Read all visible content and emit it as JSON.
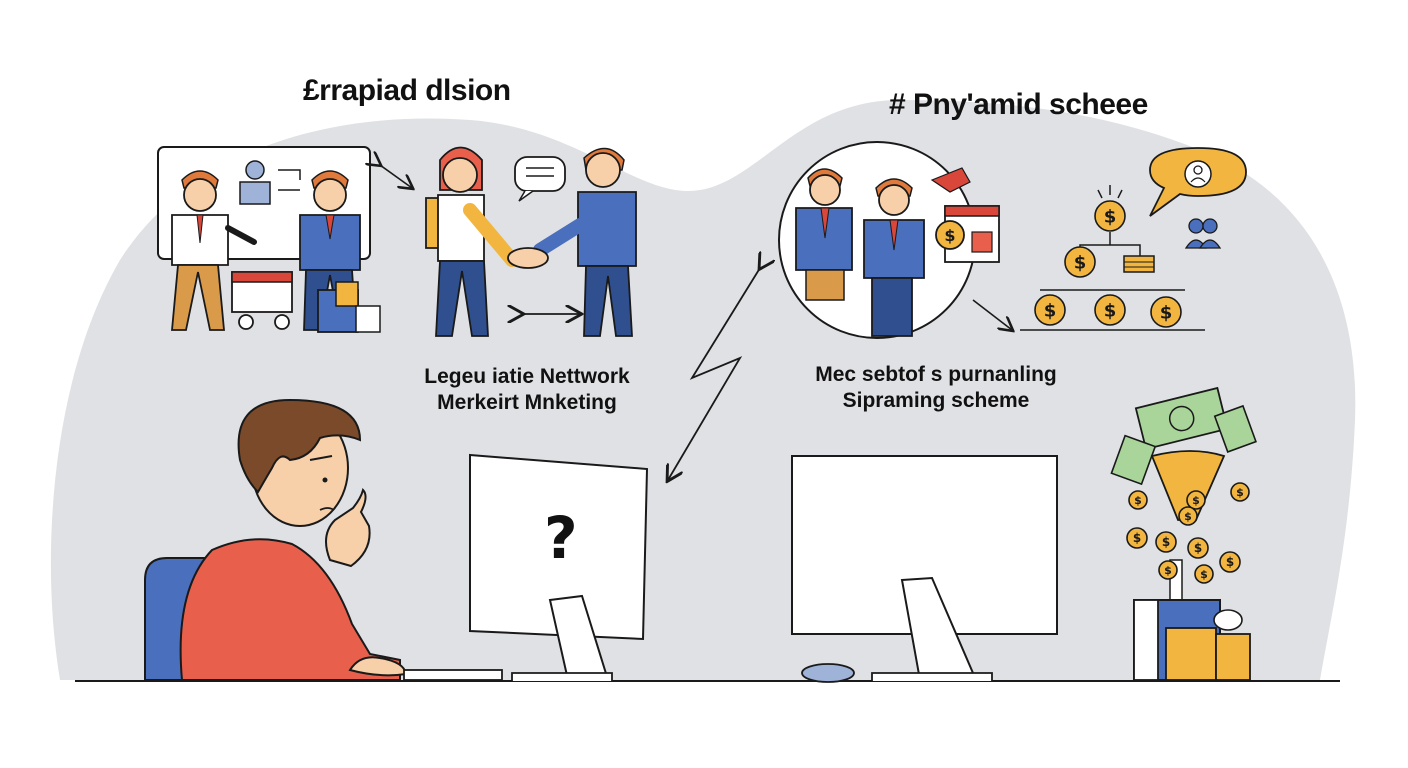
{
  "titles": {
    "left": "£rrapiad dlsion",
    "right": "# Pny'amid scheee"
  },
  "captions": {
    "left_line1": "Legeu iatie Nettwork",
    "left_line2": "Merkeirt Mnketing",
    "right_line1": "Mec sebtof s purnanling",
    "right_line2": "Sipraming scheme"
  },
  "monitor": {
    "symbol": "?"
  },
  "coin": {
    "symbol": "$"
  },
  "colors": {
    "blob": "#dfe1e4",
    "outline": "#1a1a1a",
    "suit_blue": "#4a6fbd",
    "shirt_red": "#e8604c",
    "skin": "#f7cfa8",
    "hair_brown": "#7a4a2a",
    "hair_orange": "#e07a3c",
    "gold": "#f2b640",
    "cash_green": "#a9d49a",
    "pants_tan": "#d99a4a"
  }
}
